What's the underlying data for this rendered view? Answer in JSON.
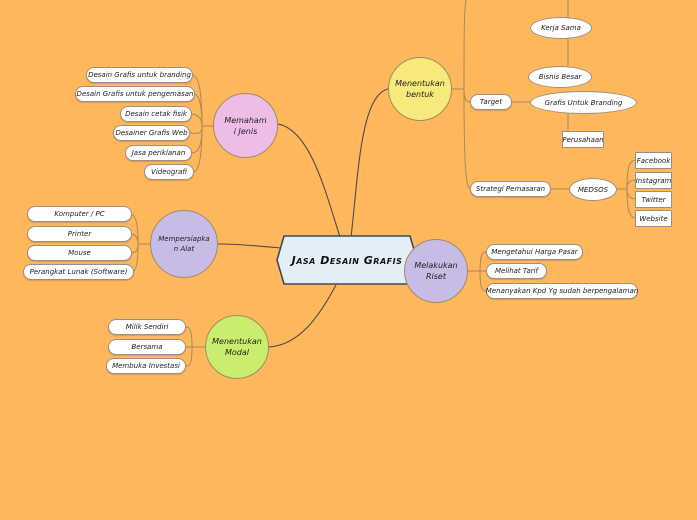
{
  "mindmap": {
    "central": {
      "label": "Jasa Desain Grafis",
      "color": "#E3EFF6"
    },
    "branches": [
      {
        "id": "memahami-jenis",
        "label": "Memahami Jenis",
        "label_lines": [
          "Memaham",
          "i Jenis"
        ],
        "color": "#EDBDE6",
        "children": [
          "Desain Grafis untuk branding",
          "Desain Grafis untuk pengemasan",
          "Desain cetak fisik",
          "Desainer Grafis Web",
          "Jasa periklanan",
          "Videografi"
        ]
      },
      {
        "id": "mempersiapkan-alat",
        "label": "Mempersiapkan Alat",
        "label_lines": [
          "Mempersiapka",
          "n Alat"
        ],
        "color": "#C6BCE6",
        "children": [
          "Komputer / PC",
          "Printer",
          "Mouse",
          "Perangkat Lunak (Software)"
        ]
      },
      {
        "id": "menentukan-modal",
        "label": "Menentukan Modal",
        "label_lines": [
          "Menentukan",
          "Modal"
        ],
        "color": "#C9EE6E",
        "children": [
          "Milik Sendiri",
          "Bersama",
          "Membuka Investasi"
        ]
      },
      {
        "id": "menentukan-bentuk",
        "label": "Menentukan bentuk",
        "label_lines": [
          "Menentukan",
          "bentuk"
        ],
        "color": "#F7EA7A",
        "children": [
          {
            "label": "Target",
            "children": [
              {
                "label": "Grafis Untuk Branding",
                "up_chain": [
                  "Bisnis Besar",
                  "Kerja Sama"
                ],
                "children": [
                  "Perusahaan"
                ]
              }
            ]
          },
          {
            "label": "Strategi Pemasaran",
            "children": [
              {
                "label": "MEDSOS",
                "children": [
                  "Facebook",
                  "Instagram",
                  "Twitter",
                  "Website"
                ]
              }
            ]
          }
        ]
      },
      {
        "id": "melakukan-riset",
        "label": "Melakukan Riset",
        "label_lines": [
          "Melakukan",
          "Riset"
        ],
        "color": "#C6BCE6",
        "children": [
          "Mengetahui Harga Pasar",
          "Melihat Tarif",
          "Menanyakan Kpd Yg sudah berpengalaman"
        ]
      }
    ]
  },
  "colors": {
    "background": "#FFB75C",
    "link": "#4a4a4a",
    "sublink": "#a58a5e"
  }
}
